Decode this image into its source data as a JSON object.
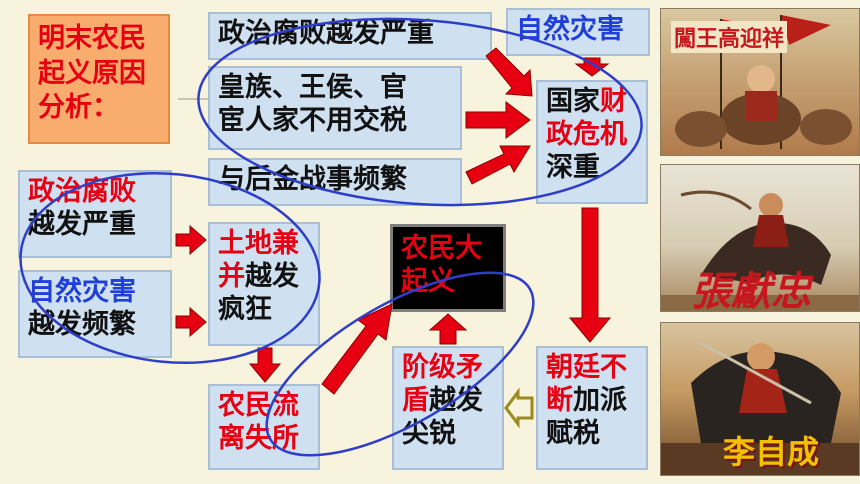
{
  "title": {
    "lines": [
      "明末农民",
      "起义原因",
      "分析："
    ]
  },
  "top_boxes": {
    "corruption": "政治腐败越发严重",
    "nobility_l1": "皇族、王侯、官",
    "nobility_l2": "宦人家不用交税",
    "war": "与后金战事频繁",
    "disaster": "自然灾害"
  },
  "crisis": {
    "l1a": "国家",
    "l1b": "财",
    "l2": "政危机",
    "l3": "深重"
  },
  "left_boxes": {
    "corruption_a": "政治腐败",
    "corruption_b": "越发严重",
    "disaster_a": "自然灾害",
    "disaster_b": "越发频繁"
  },
  "land": {
    "l1": "土地兼",
    "l2a": "并",
    "l2b": "越发",
    "l3": "疯狂"
  },
  "uprising": {
    "l1": "农民大",
    "l2": "起义"
  },
  "displaced": {
    "l1": "农民流",
    "l2": "离失所"
  },
  "conflict": {
    "l1": "阶级矛",
    "l2a": "盾",
    "l2b": "越发",
    "l3": "尖锐"
  },
  "court": {
    "l1": "朝廷不",
    "l2a": "断",
    "l2b": "加派",
    "l3": "赋税"
  },
  "pictures": {
    "p1_caption": "闖王高迎祥",
    "p2_caption": "張獻忠",
    "p3_caption": "李自成"
  },
  "colors": {
    "box_bg": "#cfe0f1",
    "title_bg": "#f8ad6e",
    "arrow": "#e60012",
    "accent_red": "#e60012",
    "accent_blue": "#1f3fd8"
  }
}
